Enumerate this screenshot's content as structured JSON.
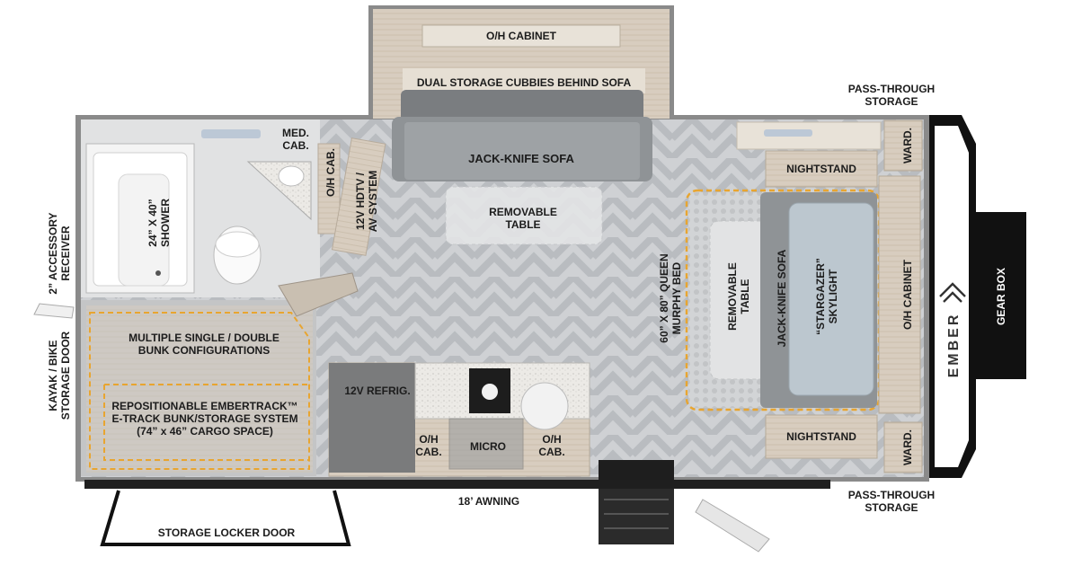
{
  "plan": {
    "brand_logo_text": "EMBER",
    "labels": {
      "oh_cabinet_top": "O/H CABINET",
      "dual_storage": "DUAL STORAGE CUBBIES BEHIND SOFA",
      "pass_through_top": "PASS-THROUGH\nSTORAGE",
      "ward_top": "WARD.",
      "med_cab": "MED.\nCAB.",
      "oh_cab_bath": "O/H CAB.",
      "hdtv": "12V HDTV /\nAV SYSTEM",
      "jack_knife_sofa_top": "JACK-KNIFE SOFA",
      "removable_table_top": "REMOVABLE\nTABLE",
      "nightstand_top": "NIGHTSTAND",
      "accessory_receiver": "2” ACCESSORY\nRECEIVER",
      "shower": "24” X 40”\nSHOWER",
      "murphy_bed": "60” X 80” QUEEN\nMURPHY BED",
      "removable_table_bed": "REMOVABLE\nTABLE",
      "jack_knife_sofa_bed": "JACK-KNIFE SOFA",
      "stargazer": "“STARGAZER”\nSKYLIGHT",
      "oh_cabinet_front": "O/H CABINET",
      "gear_box": "GEAR BOX",
      "kayak": "KAYAK / BIKE\nSTORAGE DOOR",
      "bunk_config": "MULTIPLE SINGLE / DOUBLE\nBUNK CONFIGURATIONS",
      "embertrack": "REPOSITIONABLE EMBERTRACK™\nE-TRACK BUNK/STORAGE SYSTEM\n(74” x 46” CARGO SPACE)",
      "refrig": "12V REFRIG.",
      "oh_cab_left": "O/H\nCAB.",
      "micro": "MICRO",
      "oh_cab_right": "O/H\nCAB.",
      "nightstand_bottom": "NIGHTSTAND",
      "ward_bottom": "WARD.",
      "pass_through_bottom": "PASS-THROUGH\nSTORAGE",
      "awning": "18’ AWNING",
      "storage_locker": "STORAGE LOCKER DOOR"
    }
  }
}
